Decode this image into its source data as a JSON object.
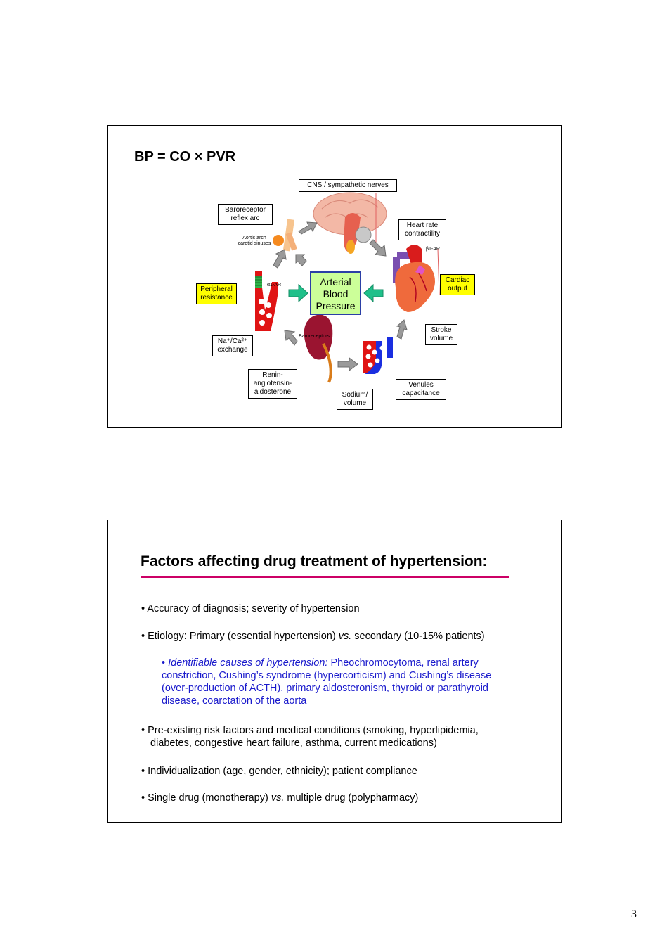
{
  "slide1": {
    "equation": "BP = CO × PVR",
    "center": [
      "Arterial",
      "Blood",
      "Pressure"
    ],
    "labels": {
      "cns": "CNS / sympathetic nerves",
      "baroreceptor_reflex": [
        "Baroreceptor",
        "reflex arc"
      ],
      "aortic_arch": [
        "Aortic arch",
        "carotid sinuses"
      ],
      "heart_rate": [
        "Heart rate",
        "contractility"
      ],
      "beta1": "β1-AR",
      "alpha1": "α1-AR",
      "peripheral": [
        "Peripheral",
        "resistance"
      ],
      "cardiac": [
        "Cardiac",
        "output"
      ],
      "na_ca": [
        "Na⁺/Ca²⁺",
        "exchange"
      ],
      "baroreceptors": "Baroreceptors",
      "stroke": [
        "Stroke",
        "volume"
      ],
      "renin": [
        "Renin-",
        "angiotensin-",
        "aldosterone"
      ],
      "sodium": [
        "Sodium/",
        "volume"
      ],
      "venules": [
        "Venules",
        "capacitance"
      ]
    },
    "colors": {
      "arrow_gray": "#9a9a9a",
      "arrow_green": "#1fc08a",
      "yellow": "#ffff00",
      "center_fill": "#ccff99",
      "center_border": "#2b3fa6"
    }
  },
  "slide2": {
    "title": "Factors affecting drug treatment of hypertension:",
    "b1": "Accuracy of diagnosis; severity of hypertension",
    "b2_pre": "Etiology: Primary (essential hypertension) ",
    "b2_vs": "vs.",
    "b2_post": " secondary (10-15% patients)",
    "sub_italic": "Identifiable causes of hypertension:",
    "sub_rest": " Pheochromocytoma, renal artery",
    "sub_lines": [
      "constriction, Cushing’s syndrome (hypercorticism) and Cushing’s disease",
      "(over-production of ACTH), primary aldosteronism, thyroid or parathyroid",
      "disease, coarctation of the aorta"
    ],
    "b3_line1": "Pre-existing risk factors and medical conditions (smoking, hyperlipidemia,",
    "b3_line2": "diabetes, congestive heart failure, asthma, current medications)",
    "b4": "Individualization (age, gender, ethnicity); patient compliance",
    "b5_pre": "Single drug (monotherapy) ",
    "b5_vs": "vs.",
    "b5_post": " multiple drug (polypharmacy)",
    "colors": {
      "rule": "#cc0066",
      "sub_text": "#1a1acc"
    }
  },
  "page_number": "3"
}
